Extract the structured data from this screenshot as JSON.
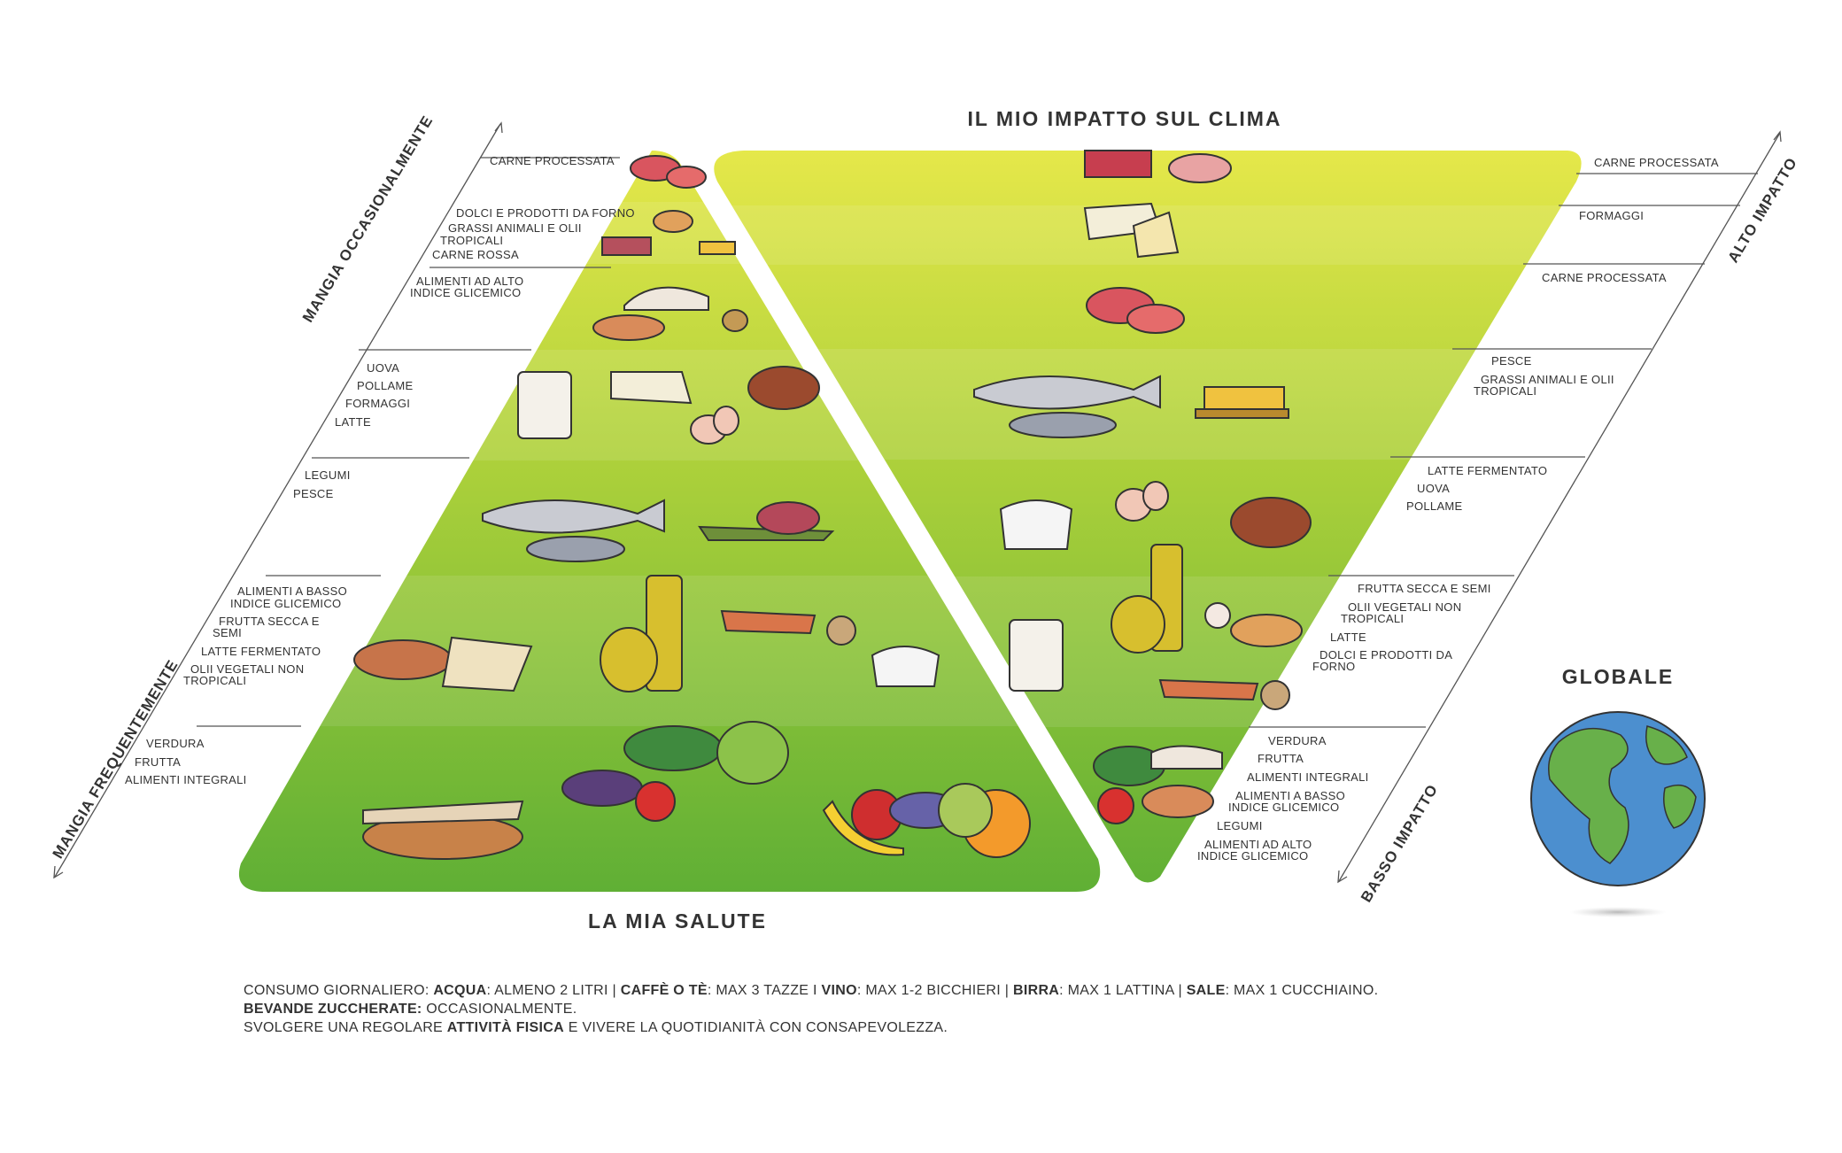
{
  "titles": {
    "climate": "IL MIO IMPATTO SUL CLIMA",
    "health": "LA MIA SALUTE",
    "global": "GLOBALE"
  },
  "axes": {
    "left_top": "MANGIA OCCASIONALMENTE",
    "left_bottom": "MANGIA FREQUENTEMENTE",
    "right_top": "ALTO IMPATTO",
    "right_bottom": "BASSO IMPATTO"
  },
  "colors": {
    "top": "#e6e84a",
    "bottom": "#5faf35",
    "text": "#333333"
  },
  "health_levels": [
    [
      "CARNE PROCESSATA"
    ],
    [
      "DOLCI E PRODOTTI DA FORNO",
      "GRASSI ANIMALI E OLII",
      "TROPICALI",
      "CARNE ROSSA"
    ],
    [
      "ALIMENTI AD ALTO",
      "INDICE GLICEMICO"
    ],
    [
      "UOVA",
      "POLLAME",
      "FORMAGGI",
      "LATTE"
    ],
    [
      "LEGUMI",
      "PESCE"
    ],
    [
      "ALIMENTI A BASSO",
      "INDICE GLICEMICO",
      "FRUTTA SECCA E",
      "SEMI",
      "LATTE FERMENTATO",
      "OLII VEGETALI NON",
      "TROPICALI"
    ],
    [
      "VERDURA",
      "FRUTTA",
      "ALIMENTI INTEGRALI"
    ]
  ],
  "climate_levels": [
    [
      "CARNE PROCESSATA"
    ],
    [
      "FORMAGGI"
    ],
    [
      "CARNE PROCESSATA"
    ],
    [
      "PESCE",
      "GRASSI ANIMALI E  OLII",
      "TROPICALI"
    ],
    [
      "LATTE FERMENTATO",
      "UOVA",
      "POLLAME"
    ],
    [
      "FRUTTA SECCA E SEMI",
      "OLII VEGETALI NON",
      "TROPICALI",
      "LATTE",
      "DOLCI E PRODOTTI DA",
      "FORNO"
    ],
    [
      "VERDURA",
      "FRUTTA",
      "ALIMENTI INTEGRALI",
      "ALIMENTI A BASSO",
      "INDICE GLICEMICO",
      "LEGUMI",
      "ALIMENTI AD ALTO",
      "INDICE GLICEMICO"
    ]
  ],
  "footer": {
    "line1": [
      {
        "t": "CONSUMO GIORNALIERO: ",
        "b": false
      },
      {
        "t": "ACQUA",
        "b": true
      },
      {
        "t": ": ALMENO 2 LITRI | ",
        "b": false
      },
      {
        "t": "CAFFÈ O TÈ",
        "b": true
      },
      {
        "t": ": MAX 3 TAZZE I ",
        "b": false
      },
      {
        "t": "VINO",
        "b": true
      },
      {
        "t": ": MAX 1-2 BICCHIERI | ",
        "b": false
      },
      {
        "t": "BIRRA",
        "b": true
      },
      {
        "t": ": MAX 1 LATTINA | ",
        "b": false
      },
      {
        "t": "SALE",
        "b": true
      },
      {
        "t": ": MAX 1 CUCCHIAINO.",
        "b": false
      }
    ],
    "line2": [
      {
        "t": "BEVANDE ZUCCHERATE:",
        "b": true
      },
      {
        "t": " OCCASIONALMENTE.",
        "b": false
      }
    ],
    "line3": [
      {
        "t": "SVOLGERE UNA REGOLARE ",
        "b": false
      },
      {
        "t": "ATTIVITÀ FISICA",
        "b": true
      },
      {
        "t": " E VIVERE LA QUOTIDIANITÀ CON CONSAPEVOLEZZA.",
        "b": false
      }
    ]
  }
}
